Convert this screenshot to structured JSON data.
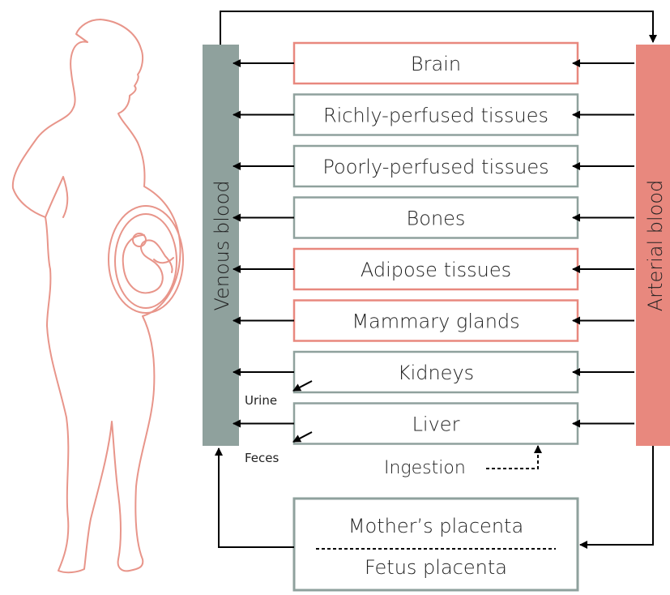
{
  "colors": {
    "venous": "#8fa19d",
    "arterial": "#e8887e",
    "outline_red": "#e8887e",
    "outline_gray": "#8fa19d",
    "text": "#222222",
    "silhouette": "#e8958a"
  },
  "venous_label": "Venous blood",
  "arterial_label": "Arterial blood",
  "compartments": [
    {
      "label": "Brain",
      "outline": "red"
    },
    {
      "label": "Richly-perfused tissues",
      "outline": "gray"
    },
    {
      "label": "Poorly-perfused tissues",
      "outline": "gray"
    },
    {
      "label": "Bones",
      "outline": "gray"
    },
    {
      "label": "Adipose tissues",
      "outline": "red"
    },
    {
      "label": "Mammary glands",
      "outline": "red"
    },
    {
      "label": "Kidneys",
      "outline": "gray"
    },
    {
      "label": "Liver",
      "outline": "gray"
    }
  ],
  "excretion": {
    "urine": "Urine",
    "feces": "Feces"
  },
  "ingestion_label": "Ingestion",
  "placenta": {
    "mother": "Mother’s placenta",
    "fetus": "Fetus placenta"
  }
}
